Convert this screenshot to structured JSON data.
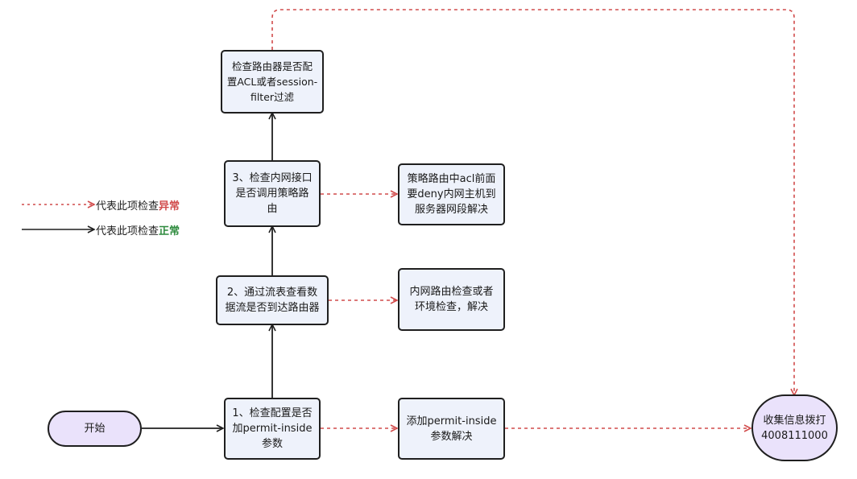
{
  "nodes": {
    "start": "开始",
    "check_router_acl": "检查路由器是否配\n置ACL或者session-\nfilter过滤",
    "step3": "3、检查内网接口\n是否调用策略路\n由",
    "step3_fix": "策略路由中acl前面\n要deny内网主机到\n服务器网段解决",
    "step2": "2、通过流表查看数\n据流是否到达路由器",
    "step2_fix": "内网路由检查或者\n环境检查，解决",
    "step1": "1、检查配置是否\n加permit-inside\n参数",
    "step1_fix": "添加permit-inside\n参数解决",
    "end": "收集信息拨打\n4008111000"
  },
  "legend": {
    "abnormal_prefix": "代表此项检查",
    "abnormal_word": "异常",
    "normal_prefix": "代表此项检查",
    "normal_word": "正常"
  },
  "colors": {
    "abnormal": "#d14b4b",
    "normal": "#1f1f1f",
    "box_fill": "#eef2fb",
    "terminal_fill": "#eae2fb"
  }
}
